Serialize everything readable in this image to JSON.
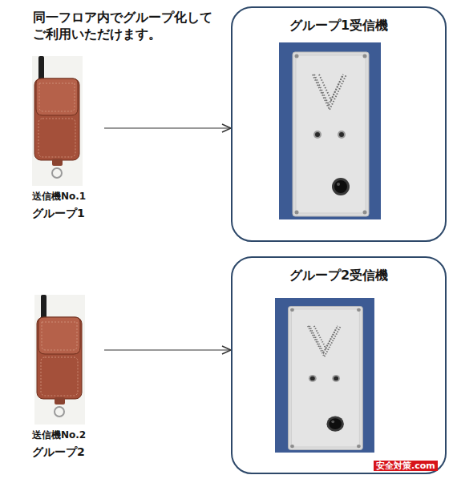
{
  "diagram": {
    "title": "同一フロア内でグループ化して ご利用いただけます。",
    "nodes": [
      {
        "text": [
          "送信機No.1",
          "グループ1"
        ]
      },
      {
        "text": [
          "グループ1受信機"
        ]
      },
      {
        "text": [
          "送信機No.2",
          "グループ2"
        ]
      },
      {
        "text": [
          "グループ2受信機"
        ]
      }
    ],
    "edges": [
      {
        "from": 0,
        "to": 1,
        "arrow": "to"
      },
      {
        "from": 2,
        "to": 3,
        "arrow": "to"
      }
    ],
    "labels": [
      "安全対策.com"
    ]
  }
}
